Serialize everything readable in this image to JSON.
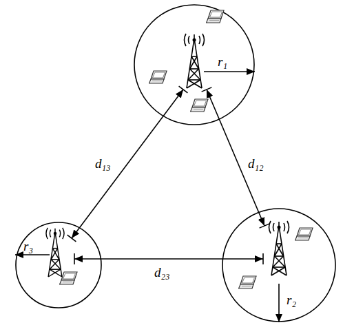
{
  "diagram": {
    "nodes": [
      {
        "text": [
          "r₁"
        ]
      },
      {
        "text": [
          "r₂"
        ]
      },
      {
        "text": [
          "r₃"
        ]
      }
    ],
    "edges": [
      {
        "from": 0,
        "to": 2,
        "label": "d₁₃",
        "arrow": "both"
      },
      {
        "from": 0,
        "to": 1,
        "label": "d₁₂",
        "arrow": "both"
      },
      {
        "from": 2,
        "to": 1,
        "label": "d₂₃",
        "arrow": "both"
      }
    ]
  }
}
